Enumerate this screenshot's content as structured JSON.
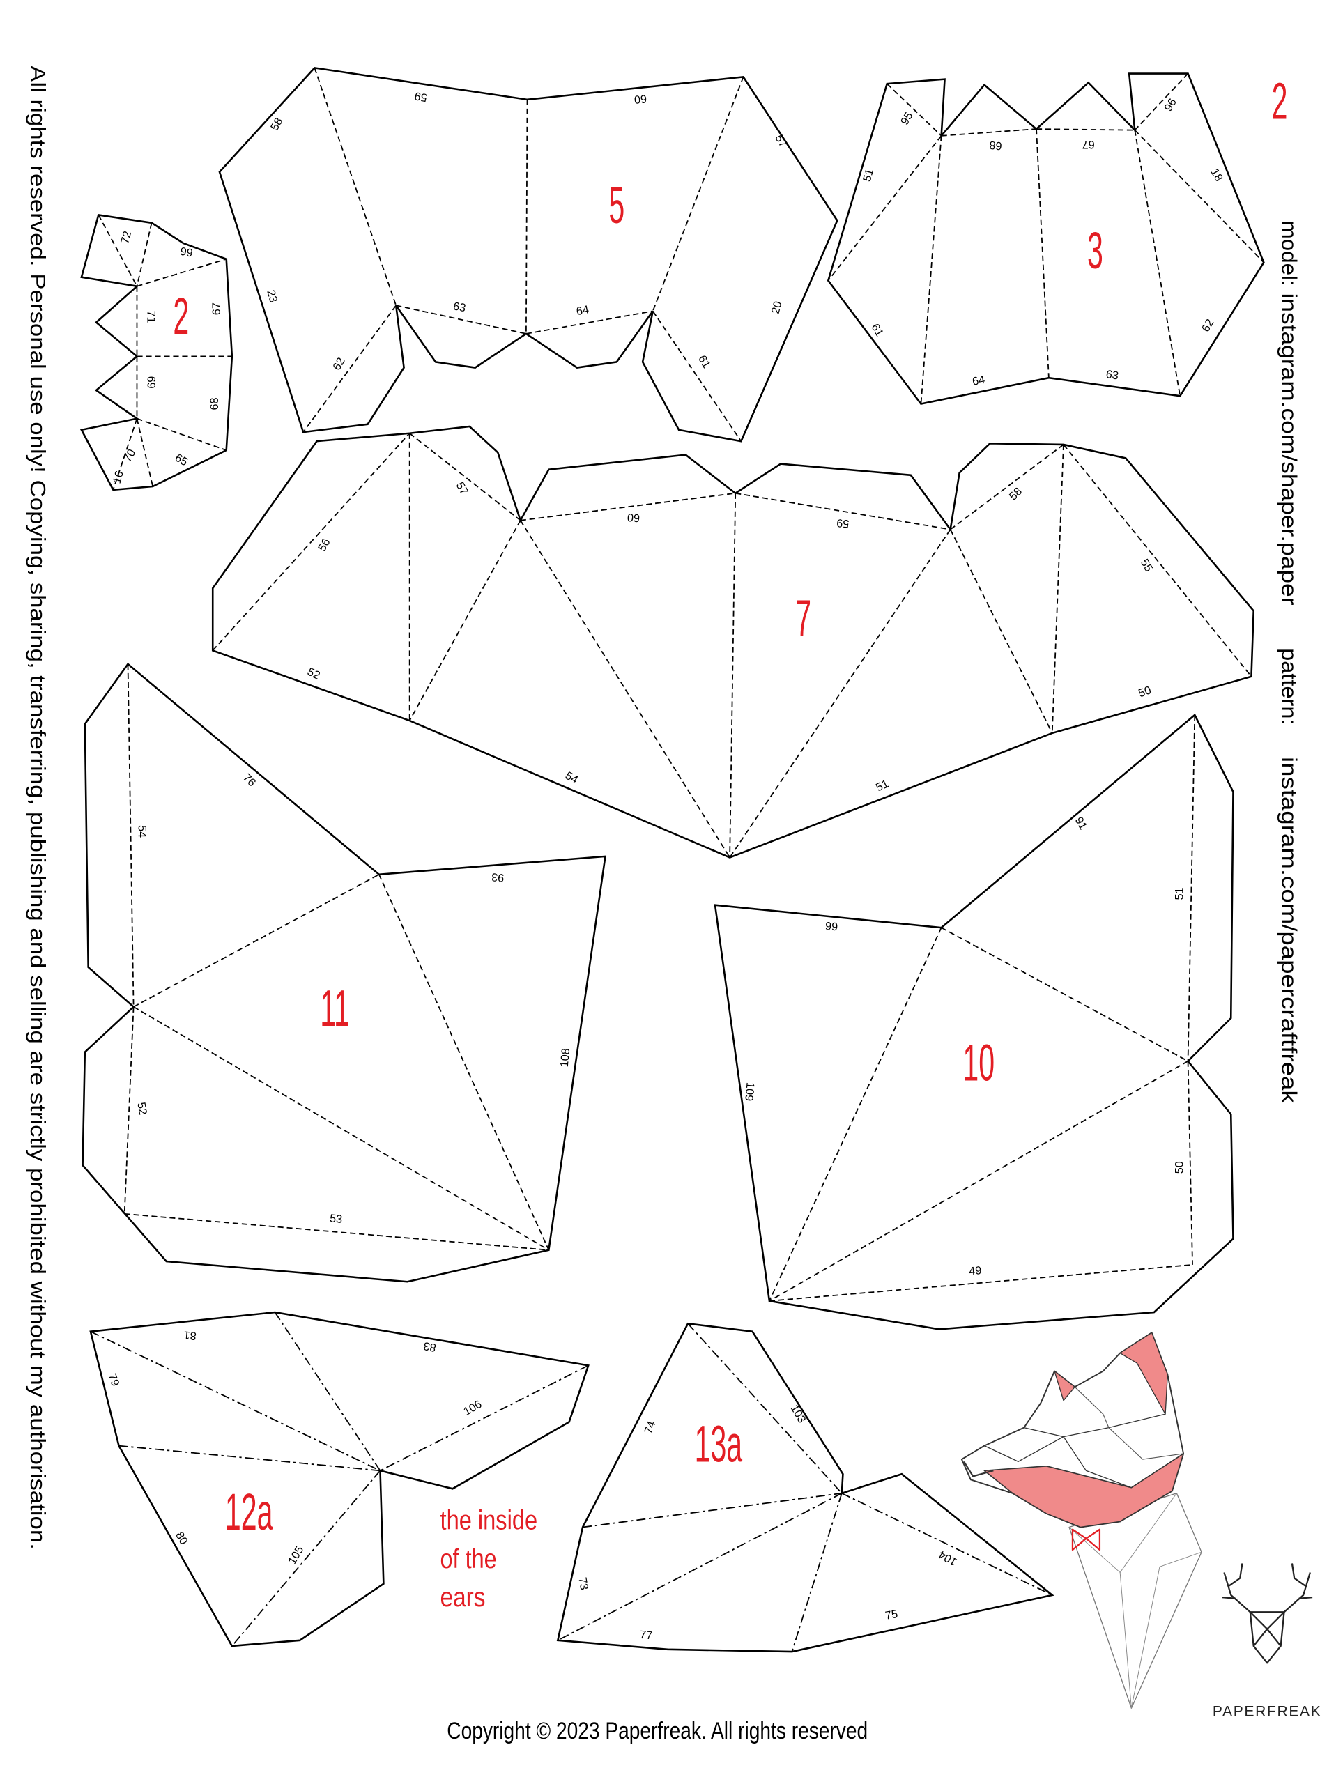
{
  "page_marker": "2",
  "rights_notice": "All rights reserved. Personal use only! Copying, sharing, transferring, publishing and selling are strictly prohibited without my authorisation.",
  "credits": {
    "model_label": "model:",
    "model_value": "instagram.com/shaper.paper",
    "pattern_label": "pattern:",
    "pattern_value": "instagram.com/papercraftfreak"
  },
  "note": [
    "the inside",
    "of the",
    "ears"
  ],
  "copyright": "Copyright © 2023 Paperfreak. All rights reserved",
  "brand": "PAPERFREAK",
  "colors": {
    "accent": "#e31e24",
    "line": "#000000",
    "fox_fill": "#f08a8a"
  },
  "icons": {
    "logo": "deer-head-icon",
    "illustration": "fox-head-illustration"
  },
  "pieces": [
    {
      "id": "5",
      "labels": [
        "59",
        "60",
        "58",
        "57",
        "23",
        "62",
        "63",
        "64",
        "20",
        "61"
      ]
    },
    {
      "id": "3",
      "labels": [
        "95",
        "68",
        "67",
        "96",
        "51",
        "18",
        "61",
        "62",
        "64",
        "63"
      ]
    },
    {
      "id": "2",
      "labels": [
        "72",
        "66",
        "71",
        "67",
        "69",
        "68",
        "70",
        "16",
        "65"
      ]
    },
    {
      "id": "7",
      "labels": [
        "56",
        "57",
        "60",
        "59",
        "58",
        "55",
        "52",
        "54",
        "51",
        "50"
      ]
    },
    {
      "id": "11",
      "labels": [
        "76",
        "93",
        "54",
        "108",
        "52",
        "53"
      ]
    },
    {
      "id": "10",
      "labels": [
        "66",
        "91",
        "51",
        "109",
        "50",
        "49"
      ]
    },
    {
      "id": "12a",
      "labels": [
        "81",
        "83",
        "79",
        "106",
        "80",
        "105"
      ]
    },
    {
      "id": "13a",
      "labels": [
        "74",
        "103",
        "73",
        "77",
        "75",
        "104"
      ]
    }
  ]
}
